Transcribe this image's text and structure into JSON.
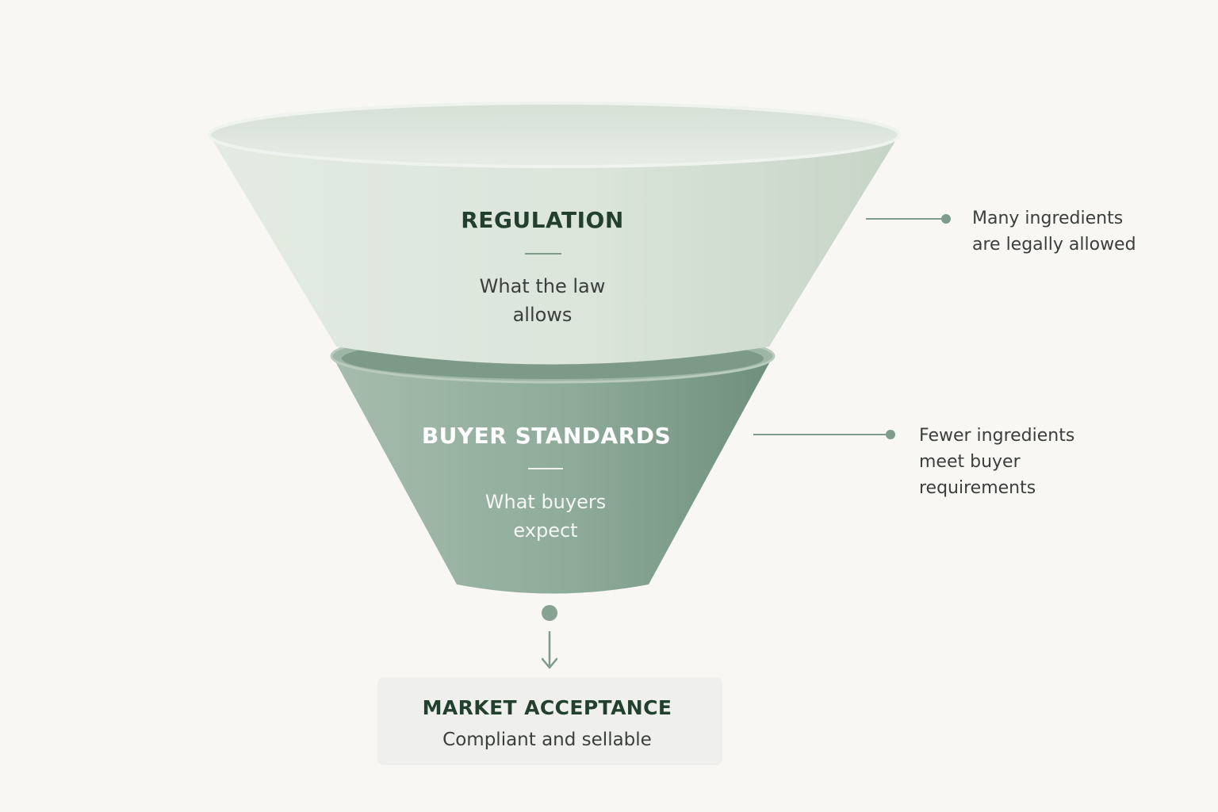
{
  "stages": [
    {
      "title": "REGULATION",
      "subtitle_lines": [
        "What the law",
        "allows"
      ],
      "callout_lines": [
        "Many ingredients",
        "are legally allowed"
      ]
    },
    {
      "title": "BUYER STANDARDS",
      "subtitle_lines": [
        "What buyers",
        "expect"
      ],
      "callout_lines": [
        "Fewer ingredients",
        "meet buyer",
        "requirements"
      ]
    }
  ],
  "outcome": {
    "title": "MARKET ACCEPTANCE",
    "subtitle": "Compliant and sellable"
  },
  "colors": {
    "background": "#f8f7f4",
    "upper_funnel": "#dbe4da",
    "lower_funnel": "#8aa897",
    "dark_green_text": "#23402f",
    "connector": "#7f9c8a",
    "outcome_box": "#efefed"
  }
}
